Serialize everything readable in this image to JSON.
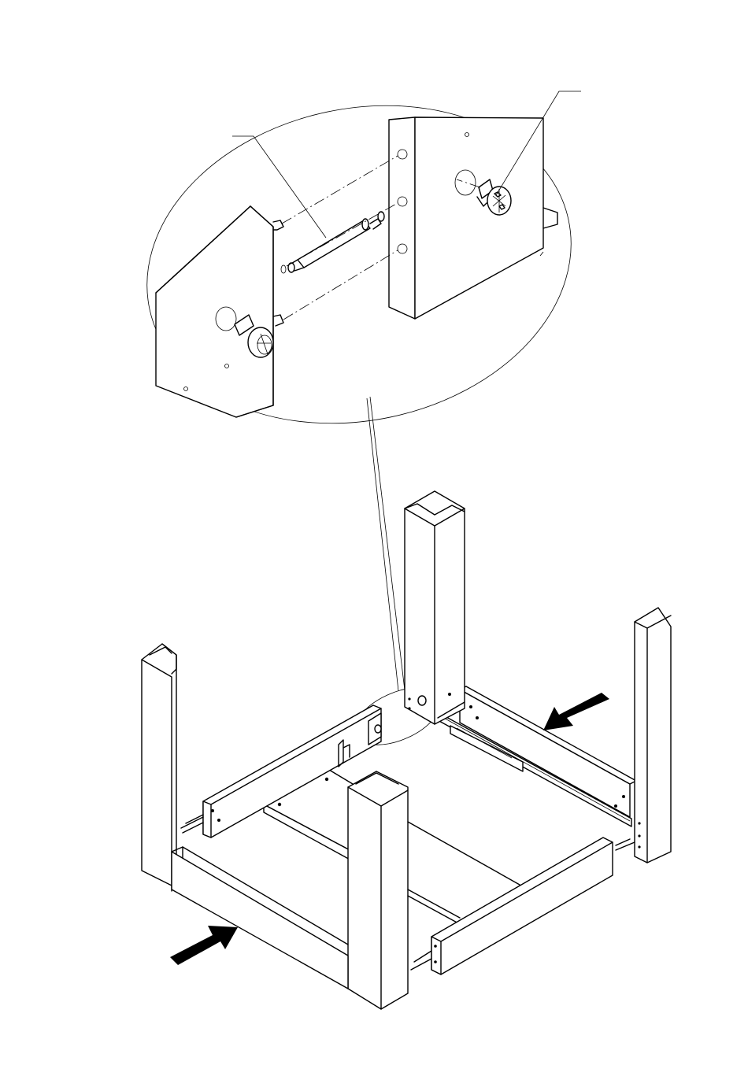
{
  "diagram": {
    "kind": "assembly-instruction",
    "labels": [],
    "arrows": [
      {
        "name": "push-arrow-left-front",
        "direction": "up-right"
      },
      {
        "name": "push-arrow-right-rear",
        "direction": "down-left"
      }
    ],
    "callouts": [
      {
        "name": "dowel-callout",
        "points_to": "dowel"
      },
      {
        "name": "cam-lock-callout",
        "points_to": "cam-lock"
      }
    ],
    "colors": {
      "ink": "#000000",
      "paper": "#ffffff"
    }
  }
}
